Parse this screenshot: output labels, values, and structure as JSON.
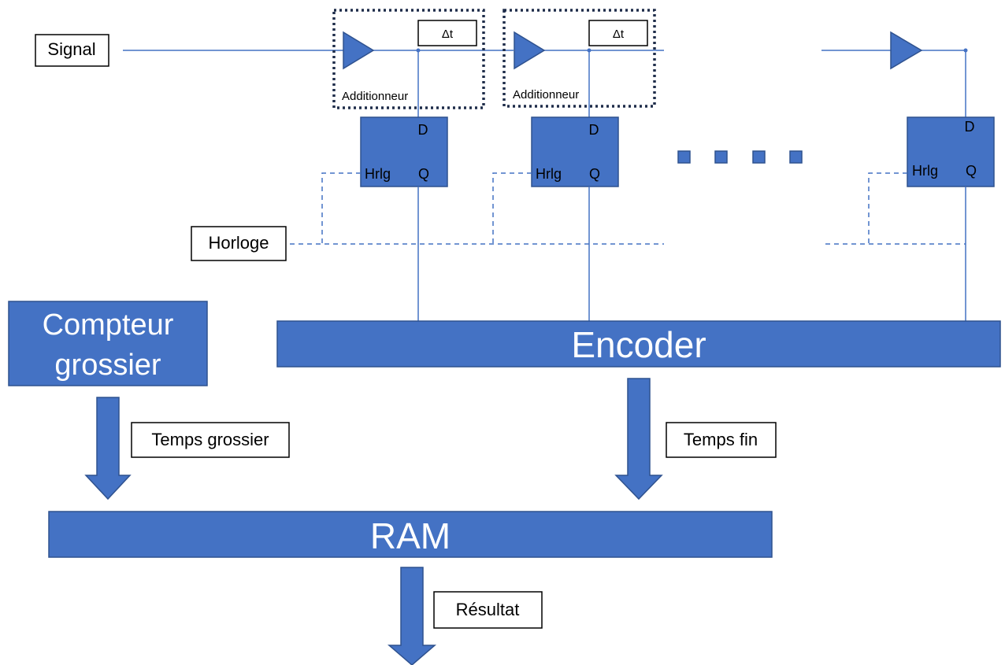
{
  "labels": {
    "signal": "Signal",
    "clock": "Horloge",
    "adder": "Additionneur",
    "delay": "Δt",
    "flipflop_d": "D",
    "flipflop_q": "Q",
    "flipflop_clk": "Hrlg",
    "coarse_counter_line1": "Compteur",
    "coarse_counter_line2": "grossier",
    "encoder": "Encoder",
    "ram": "RAM",
    "coarse_time": "Temps grossier",
    "fine_time": "Temps fin",
    "result": "Résultat"
  },
  "colors": {
    "block_fill": "#4472c4",
    "block_border": "#2f528f",
    "dotted_border": "#1f2d4a"
  },
  "icons": [
    "buffer-triangle-icon",
    "arrow-down-icon",
    "ellipsis-square-icon"
  ]
}
